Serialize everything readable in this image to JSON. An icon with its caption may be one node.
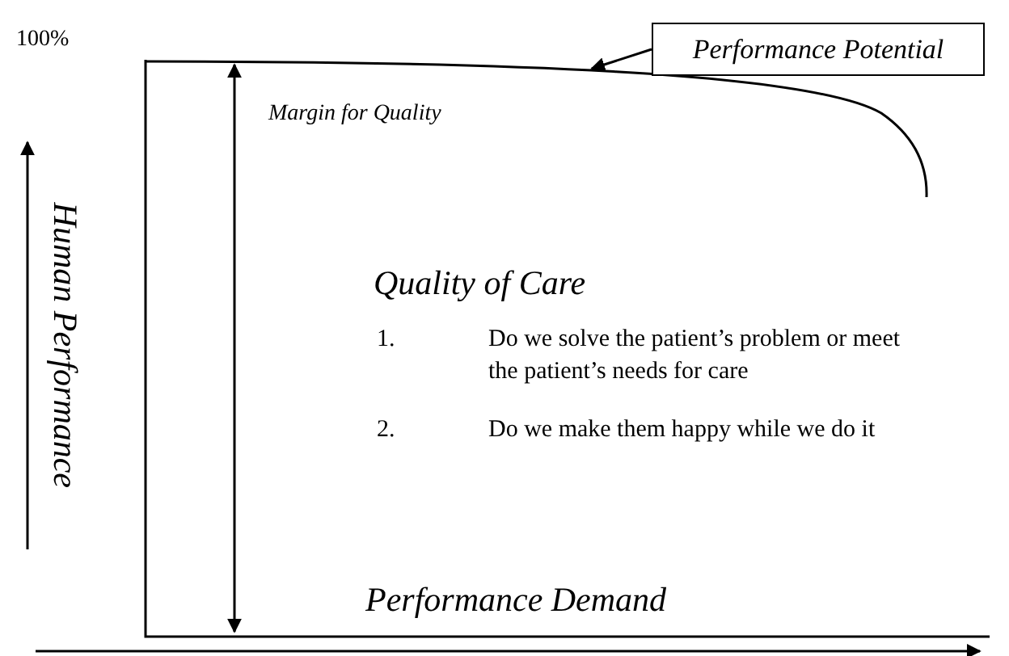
{
  "diagram": {
    "nodes": [
      {
        "text": [
          "Performance Potential"
        ]
      },
      {
        "text": [],
        "shape": "curve"
      }
    ],
    "edges": [
      {
        "from": 0,
        "to": 1,
        "arrow": "to"
      }
    ],
    "labels": [
      "100%",
      "Human Performance",
      "Margin for Quality",
      "Quality of Care",
      "1.",
      "Do we solve the patient’s problem or meet the patient’s needs for care",
      "2.",
      "Do we make them happy while we do it",
      "Performance Demand"
    ]
  }
}
